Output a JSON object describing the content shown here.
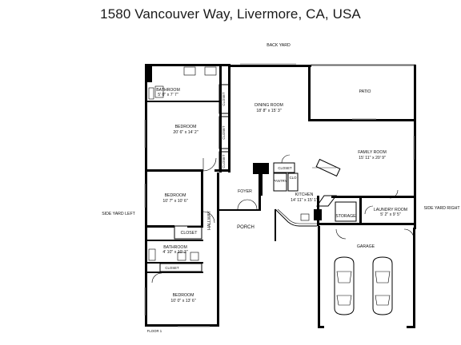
{
  "title": "1580 Vancouver Way, Livermore, CA, USA",
  "labels": {
    "back_yard": "BACK YARD",
    "side_yard_left": "SIDE YARD LEFT",
    "side_yard_right": "SIDE YARD RIGHT",
    "floor": "FLOOR 1",
    "patio": "PATIO",
    "foyer": "FOYER",
    "porch": "PORCH",
    "hallway": "HALLWAY",
    "pantry": "PANTRY",
    "storage": "STORAGE",
    "garage": "GARAGE",
    "clo": "CLO",
    "closet": "CLOSET"
  },
  "rooms": {
    "bathroom1": {
      "name": "BATHROOM",
      "dims": "5' 0\" x 7' 7\""
    },
    "bedroom1": {
      "name": "BEDROOM",
      "dims": "20' 6\" x 14' 2\""
    },
    "dining": {
      "name": "DINING ROOM",
      "dims": "18' 8\" x 15' 3\""
    },
    "family": {
      "name": "FAMILY ROOM",
      "dims": "15' 11\" x 20' 9\""
    },
    "bedroom2": {
      "name": "BEDROOM",
      "dims": "10' 7\" x 10' 6\""
    },
    "kitchen": {
      "name": "KITCHEN",
      "dims": "14' 11\" x 15' 1\""
    },
    "laundry": {
      "name": "LAUNDRY ROOM",
      "dims": "5' 2\" x 9' 5\""
    },
    "bathroom2": {
      "name": "BATHROOM",
      "dims": "4' 10\" x 10' 3\""
    },
    "bedroom3": {
      "name": "BEDROOM",
      "dims": "10' 0\" x 13' 6\""
    }
  }
}
